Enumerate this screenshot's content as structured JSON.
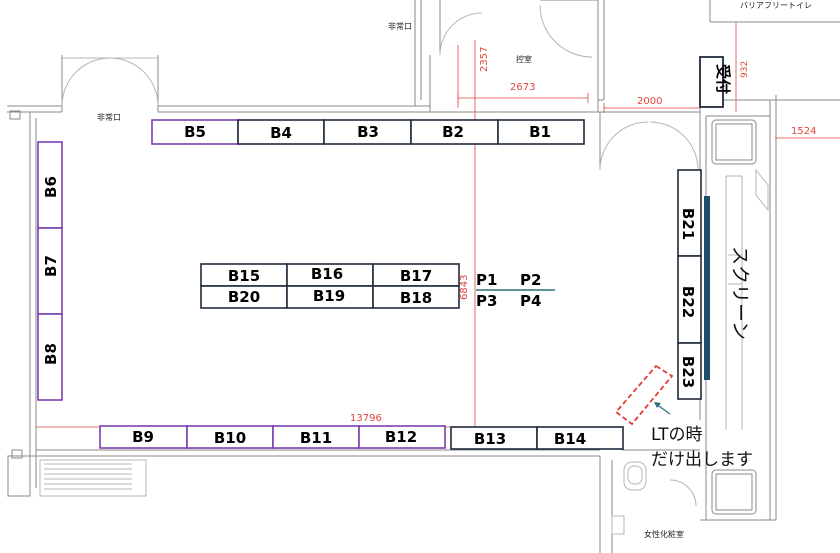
{
  "labels": {
    "emergency_exit_top": "非常口",
    "emergency_exit_left": "非常口",
    "waiting_room": "控室",
    "barrier_free_toilet": "バリアフリートイレ",
    "reception": "受付",
    "screen": "スクリーン",
    "womens_powder_room": "女性化粧室",
    "note_line1": "LTの時",
    "note_line2": "だけ出します"
  },
  "dimensions": {
    "d2357": "2357",
    "d2673": "2673",
    "d2000": "2000",
    "d1524": "1524",
    "d6843": "6843",
    "d13796": "13796",
    "d932": "932"
  },
  "booths": {
    "B1": "B1",
    "B2": "B2",
    "B3": "B3",
    "B4": "B4",
    "B5": "B5",
    "B6": "B6",
    "B7": "B7",
    "B8": "B8",
    "B9": "B9",
    "B10": "B10",
    "B11": "B11",
    "B12": "B12",
    "B13": "B13",
    "B14": "B14",
    "B15": "B15",
    "B16": "B16",
    "B17": "B17",
    "B18": "B18",
    "B19": "B19",
    "B20": "B20",
    "B21": "B21",
    "B22": "B22",
    "B23": "B23"
  },
  "presentation_spots": {
    "P1": "P1",
    "P2": "P2",
    "P3": "P3",
    "P4": "P4"
  },
  "colors": {
    "wall": "#8a8a8a",
    "dimension": "#e0463e",
    "booth_dark": "#1f2b3a",
    "booth_purple": "#7b3fb0",
    "screen_bar": "#1f4e6b",
    "divider_teal": "#2d6e7e",
    "optional_area": "#e53935"
  }
}
